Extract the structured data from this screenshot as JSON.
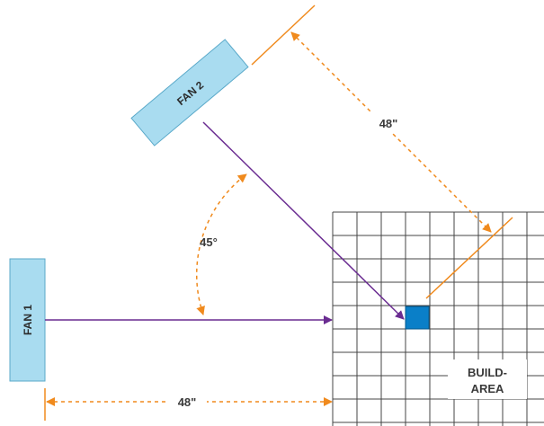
{
  "colors": {
    "fan_fill": "#a9dcf0",
    "fan_stroke": "#5aa9c9",
    "airflow": "#6a2c91",
    "dimension": "#f08a1d",
    "grid": "#444444",
    "target_cell": "#0a7fc8"
  },
  "fans": {
    "fan1": {
      "label": "FAN 1"
    },
    "fan2": {
      "label": "FAN 2"
    }
  },
  "dimensions": {
    "fan1_distance": "48\"",
    "fan2_distance": "48\"",
    "angle": "45°"
  },
  "build_area": {
    "label_line1": "BUILD-",
    "label_line2": "AREA"
  }
}
